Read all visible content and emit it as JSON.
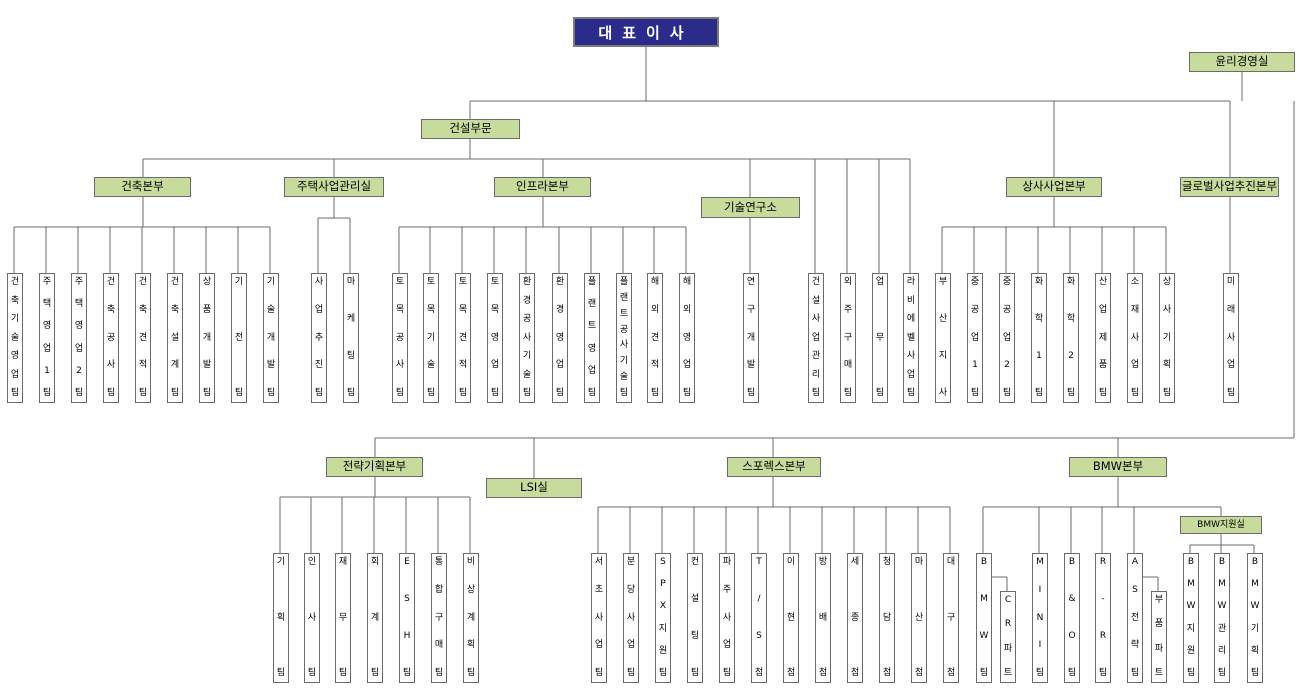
{
  "ceo": "대표이사",
  "ethics": "윤리경영실",
  "construction": {
    "label": "건설부문",
    "architecture": {
      "label": "건축본부",
      "teams": [
        "건축기술영업팀",
        "주택영업1팀",
        "주택영업2팀",
        "건축공사팀",
        "건축견적팀",
        "건축설계팀",
        "상품개발팀",
        "기전팀",
        "기술개발팀"
      ]
    },
    "housing": {
      "label": "주택사업관리실",
      "teams": [
        "사업추진팀",
        "마케팅팀"
      ]
    },
    "infra": {
      "label": "인프라본부",
      "teams": [
        "토목공사팀",
        "토목기술팀",
        "토목견적팀",
        "토목영업팀",
        "환경공사기술팀",
        "환경영업팀",
        "플랜트영업팀",
        "플랜트공사기술팀",
        "해외견적팀",
        "해외영업팀"
      ]
    },
    "rnd": {
      "label": "기술연구소",
      "teams": [
        "연구개발팀"
      ]
    },
    "direct_teams": [
      "건설사업관리팀",
      "외주구매팀",
      "업무팀",
      "라비에벨사업팀"
    ]
  },
  "trading": {
    "label": "상사사업본부",
    "teams": [
      "부산지사",
      "중공업1팀",
      "중공업2팀",
      "화학1팀",
      "화학2팀",
      "산업제품팀",
      "소재사업팀",
      "상사기획팀"
    ]
  },
  "global": {
    "label": "글로벌사업추진본부",
    "teams": [
      "미래사업팀"
    ]
  },
  "strategy": {
    "label": "전략기획본부",
    "teams": [
      "기획팀",
      "인사팀",
      "재무팀",
      "회계팀",
      "ESH팀",
      "통합구매팀",
      "비상계획팀"
    ]
  },
  "lsi": "LSI실",
  "sporex": {
    "label": "스포렉스본부",
    "teams": [
      "서초사업팀",
      "분당사업팀",
      "SPX지원팀",
      "컨설팅팀",
      "파주사업팀",
      "T/S점",
      "이현점",
      "방배점",
      "세종점",
      "청담점",
      "마산점",
      "대구점"
    ]
  },
  "bmw": {
    "label": "BMW본부",
    "teams": [
      "BMW팀",
      "CR파트",
      "MINI팀",
      "B&O팀",
      "R-R팀",
      "AS전략팀",
      "부품파트"
    ],
    "support": {
      "label": "BMW지원실",
      "teams": [
        "BMW지원팀",
        "BMW관리팀",
        "BMW기획팀"
      ]
    }
  }
}
